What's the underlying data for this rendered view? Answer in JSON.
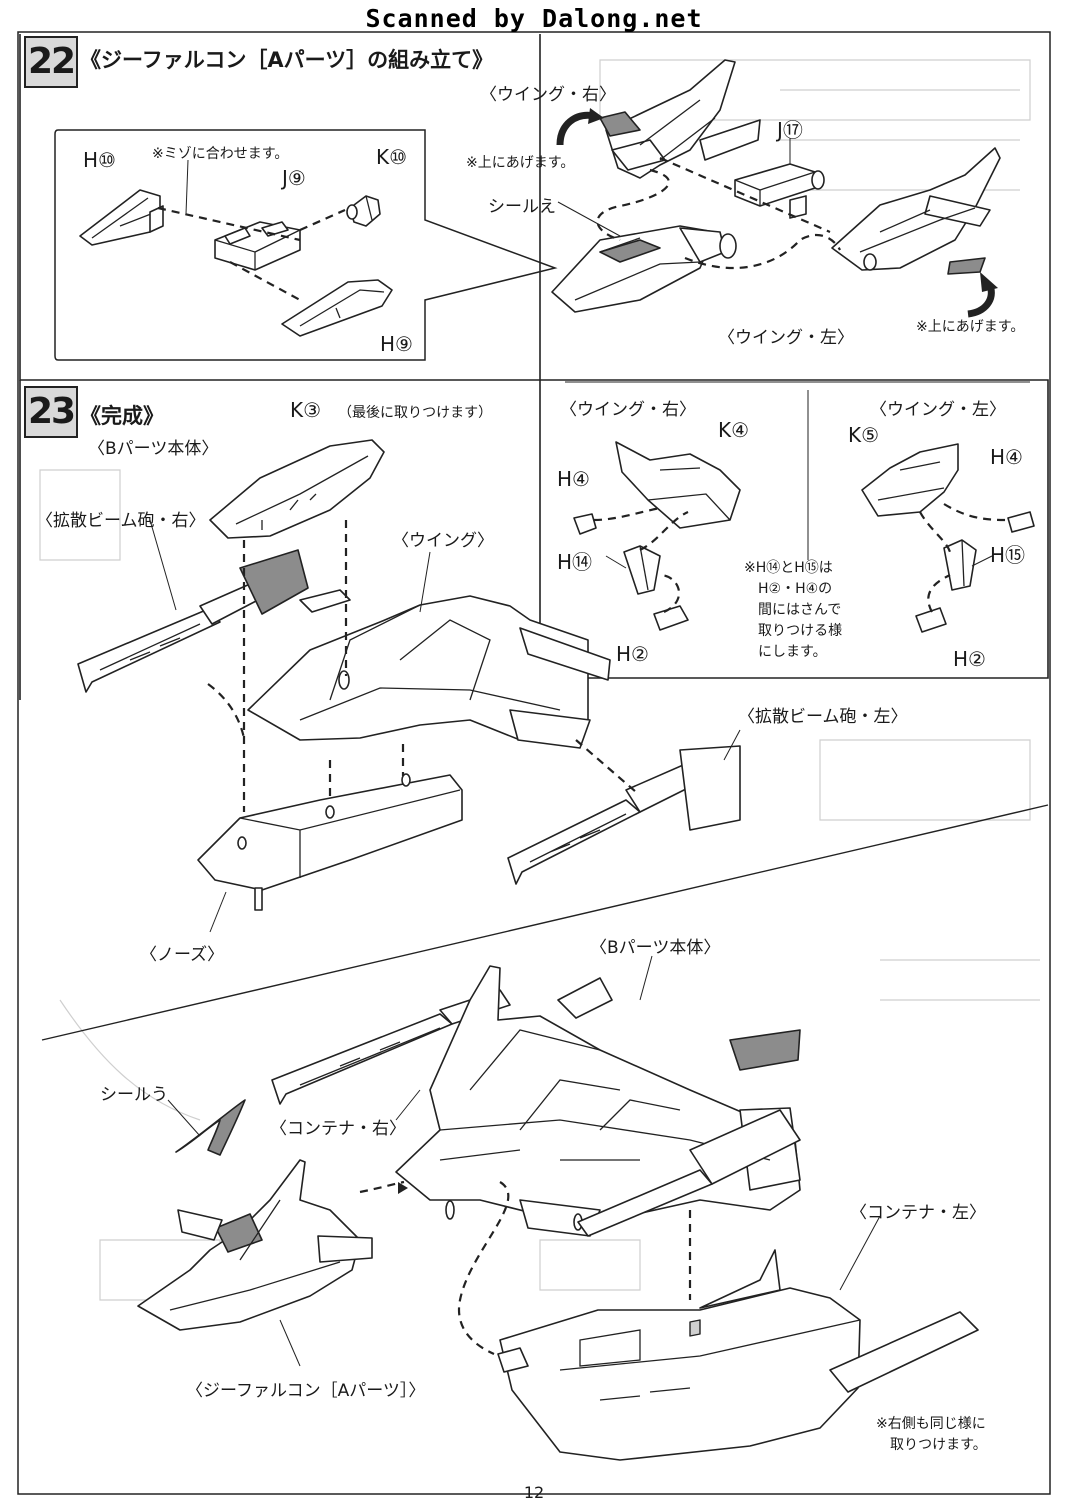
{
  "header": {
    "scan_text": "Scanned by Dalong.net"
  },
  "step22": {
    "number": "22",
    "title": "《ジーファルコン［Aパーツ］の組み立て》",
    "inset": {
      "h10": "H⑩",
      "j9": "J⑨",
      "k10": "K⑩",
      "h9": "H⑨",
      "note_groove": "※ミゾに合わせます。"
    },
    "wing_right": "〈ウイング・右〉",
    "raise_note_right": "※上にあげます。",
    "j17": "J⑰",
    "seal_e": "シールえ",
    "wing_left": "〈ウイング・左〉",
    "raise_note_left": "※上にあげます。"
  },
  "step23": {
    "number": "23",
    "title": "《完成》",
    "k3": "K③",
    "k3_note": "（最後に取りつけます）",
    "b_body": "〈Bパーツ本体〉",
    "beam_right": "〈拡散ビーム砲・右〉",
    "wing": "〈ウイング〉",
    "nose": "〈ノーズ〉",
    "beam_left": "〈拡散ビーム砲・左〉",
    "sub": {
      "wing_right": "〈ウイング・右〉",
      "wing_left": "〈ウイング・左〉",
      "k4": "K④",
      "k5": "K⑤",
      "h4_r": "H④",
      "h4_l": "H④",
      "h14": "H⑭",
      "h15": "H⑮",
      "h2_r": "H②",
      "h2_l": "H②",
      "note_1": "※H⑭とH⑮は",
      "note_2": "H②・H④の",
      "note_3": "間にはさんで",
      "note_4": "取りつける様",
      "note_5": "にします。"
    }
  },
  "final": {
    "b_body": "〈Bパーツ本体〉",
    "seal_u": "シールう",
    "container_right": "〈コンテナ・右〉",
    "container_left": "〈コンテナ・左〉",
    "a_parts": "〈ジーファルコン［Aパーツ］〉",
    "note_1": "※右側も同じ様に",
    "note_2": "取りつけます。"
  },
  "page_number": "12"
}
